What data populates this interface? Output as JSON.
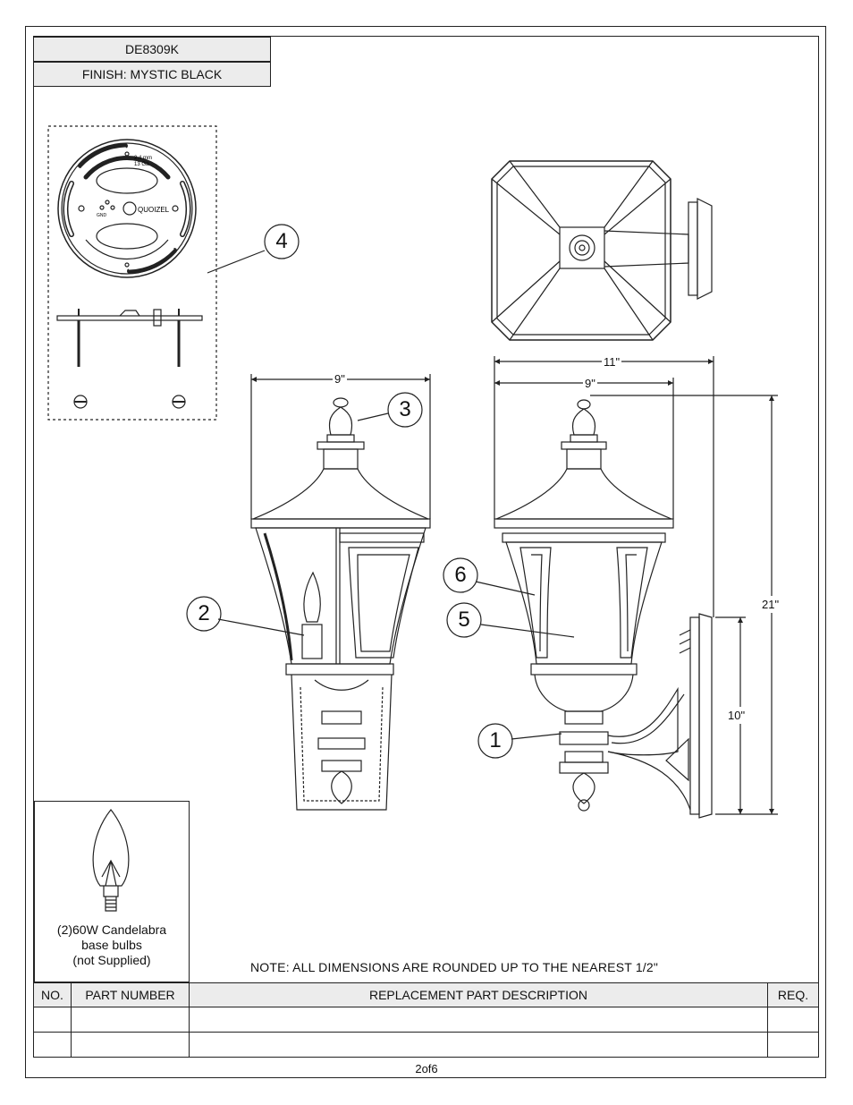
{
  "header": {
    "model": "DE8309K",
    "finish": "FINISH: MYSTIC BLACK"
  },
  "mounting_plate": {
    "size_label_1": "2.4 mm",
    "size_label_2": "13 Ga.",
    "brand": "QUOIZEL",
    "gnd": "GND"
  },
  "callouts": [
    "1",
    "2",
    "3",
    "4",
    "5",
    "6"
  ],
  "dimensions": {
    "front_width": "9\"",
    "side_width_outer": "11\"",
    "side_width_inner": "9\"",
    "height": "21\"",
    "backplate_height": "10\""
  },
  "bulb": {
    "line1": "(2)60W Candelabra",
    "line2": "base bulbs",
    "line3": "(not Supplied)"
  },
  "note": "NOTE:  ALL DIMENSIONS ARE ROUNDED UP TO THE NEAREST  1/2ʺ",
  "table": {
    "headers": [
      "NO.",
      "PART NUMBER",
      "REPLACEMENT PART DESCRIPTION",
      "REQ."
    ],
    "rows": [
      [
        "",
        "",
        "",
        ""
      ],
      [
        "",
        "",
        "",
        ""
      ]
    ]
  },
  "page_number": "2of6"
}
